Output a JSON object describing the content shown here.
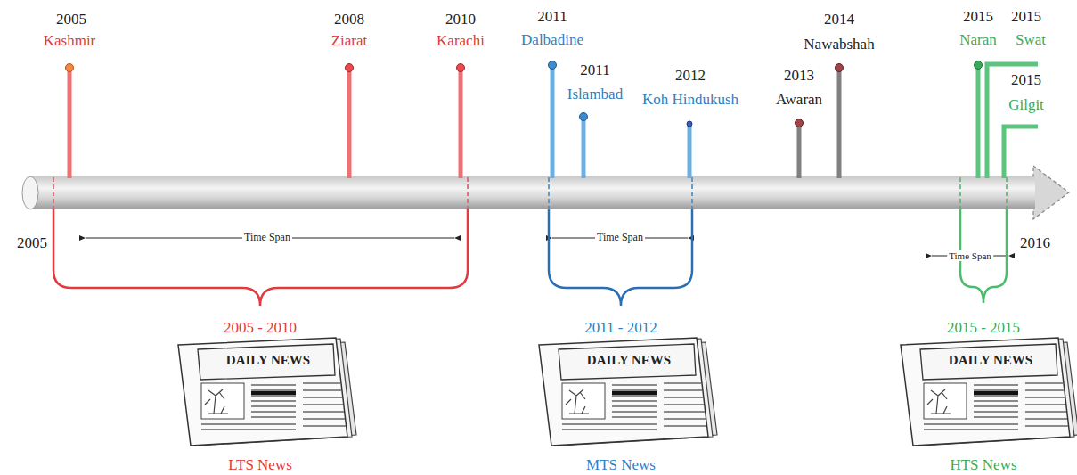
{
  "diagram": {
    "labels": [
      "2005",
      "Kashmir",
      "2008",
      "Ziarat",
      "2010",
      "Karachi",
      "2011",
      "Dalbadine",
      "2011",
      "Islambad",
      "2012",
      "Koh Hindukush",
      "2013",
      "Awaran",
      "2014",
      "Nawabshah",
      "2015",
      "Naran",
      "2015",
      "Swat",
      "2015",
      "Gilgit",
      "2005",
      "Time Span",
      "Time Span",
      "Time Span",
      "2016",
      "2005 - 2010",
      "2011 - 2012",
      "2015 - 2015",
      "DAILY NEWS",
      "DAILY NEWS",
      "DAILY NEWS",
      "LTS News",
      "MTS News",
      "HTS News"
    ]
  }
}
